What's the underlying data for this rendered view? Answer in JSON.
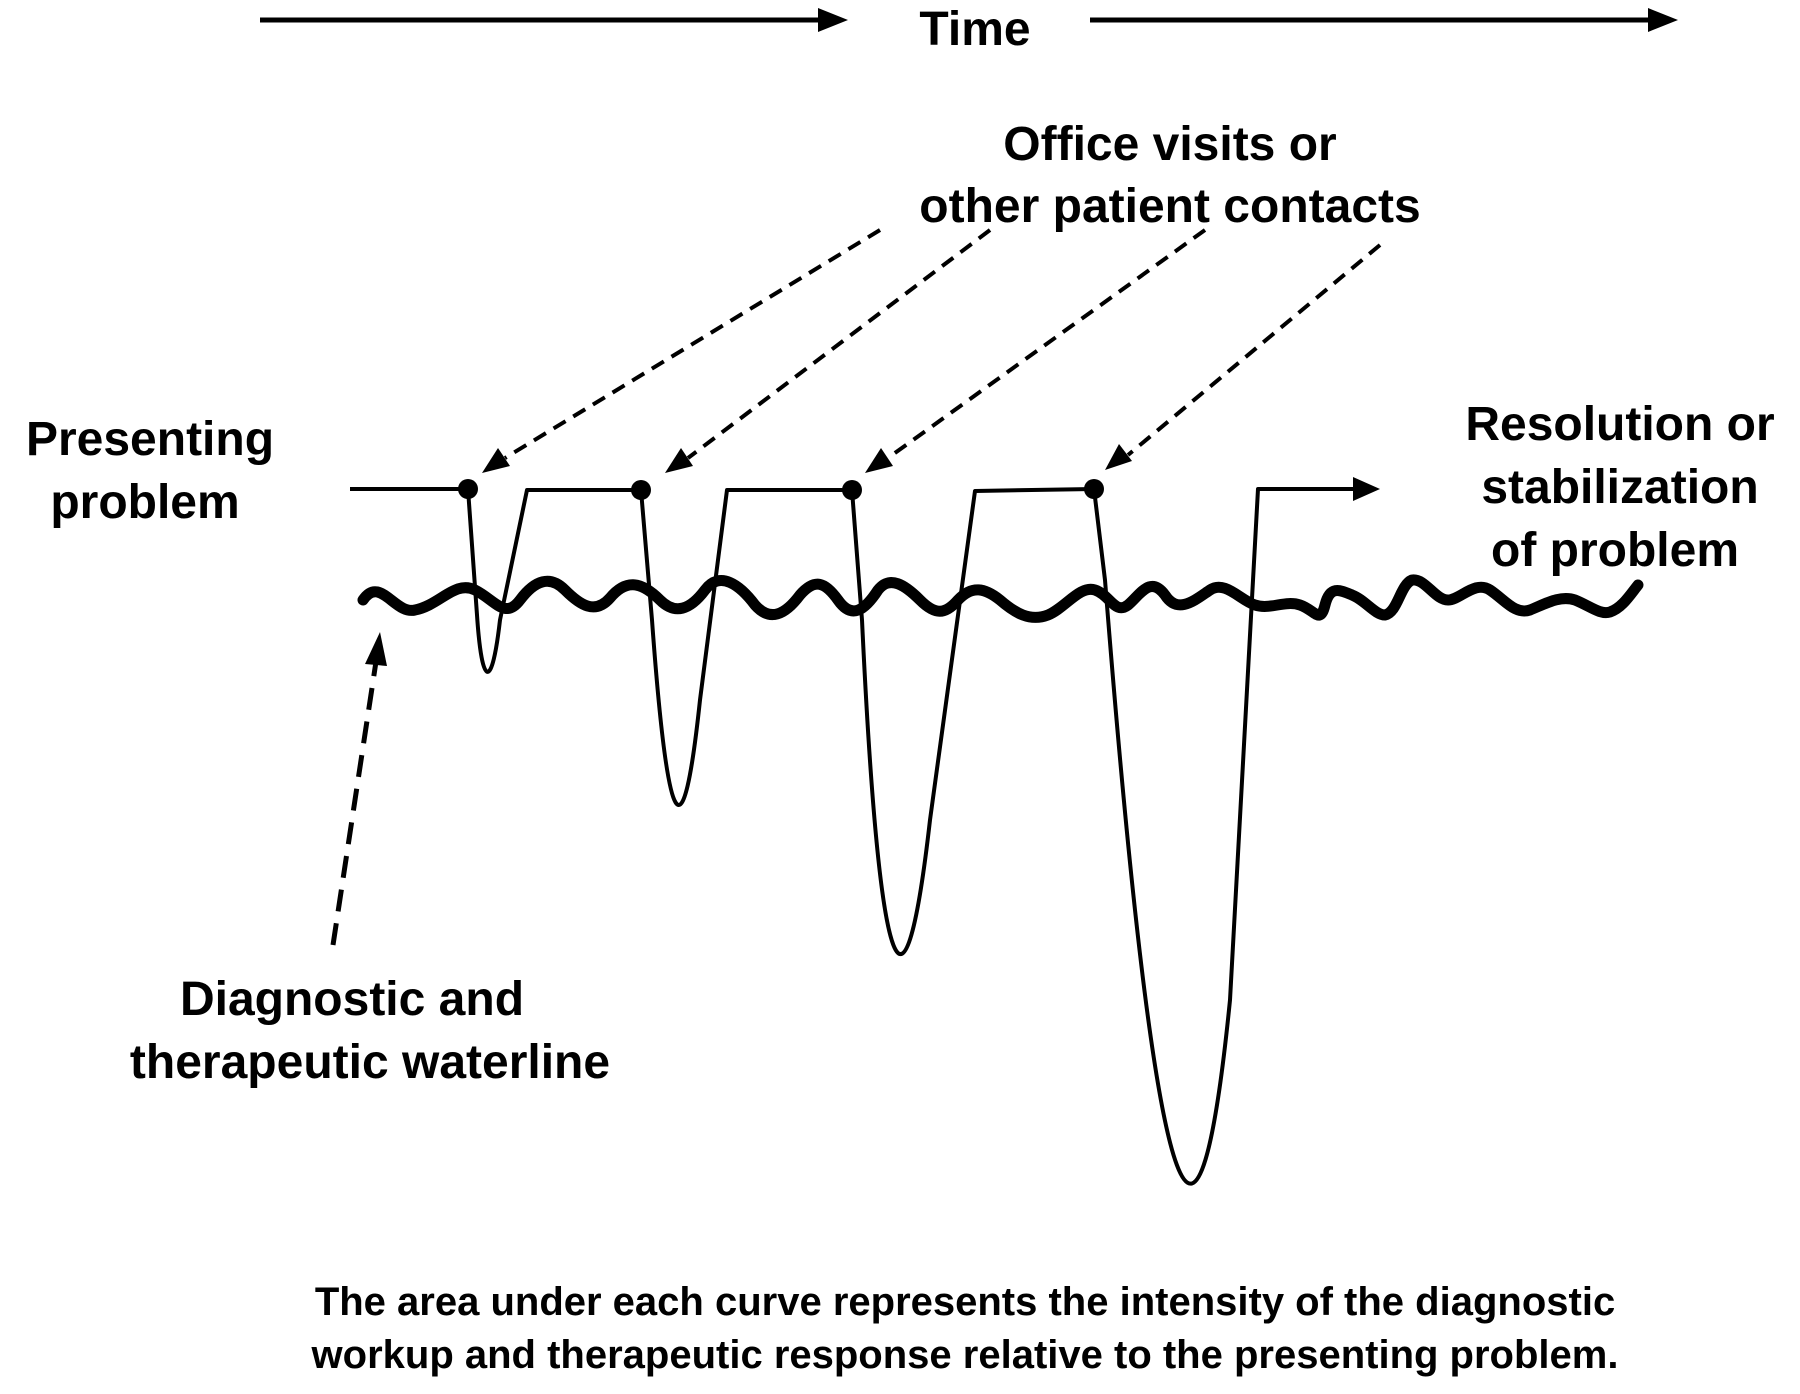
{
  "time_label": "Time",
  "contacts_label": [
    "Office visits or",
    "other patient contacts"
  ],
  "start_label": [
    "Presenting",
    "problem"
  ],
  "end_label": [
    "Resolution or",
    "stabilization",
    "of problem"
  ],
  "waterline_label": [
    "Diagnostic and",
    "therapeutic waterline"
  ],
  "caption": [
    "The area under each curve represents the intensity of the diagnostic",
    "workup and therapeutic response relative to the presenting problem."
  ],
  "colors": {
    "ink": "#000000",
    "background": "#ffffff"
  }
}
